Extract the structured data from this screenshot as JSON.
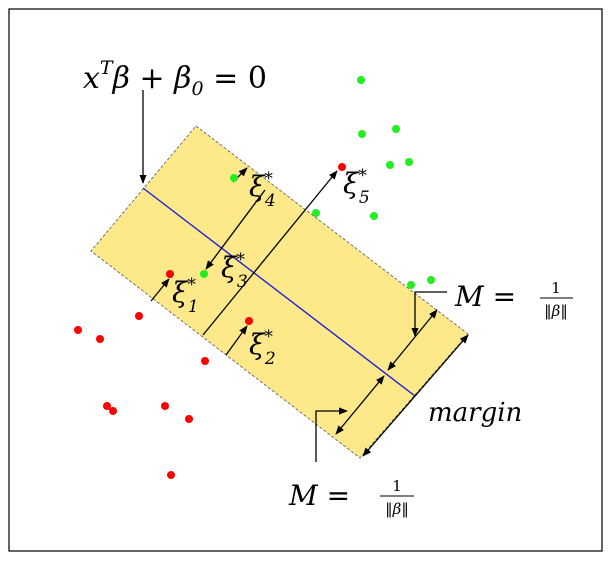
{
  "labels": {
    "hyperplane": {
      "x": "x",
      "sup": "T",
      "rest": "β + β",
      "sub": "0",
      "eq": " = 0"
    },
    "xi": [
      {
        "sym": "ξ",
        "star": "*",
        "idx": "4"
      },
      {
        "sym": "ξ",
        "star": "*",
        "idx": "5"
      },
      {
        "sym": "ξ",
        "star": "*",
        "idx": "3"
      },
      {
        "sym": "ξ",
        "star": "*",
        "idx": "1"
      },
      {
        "sym": "ξ",
        "star": "*",
        "idx": "2"
      }
    ],
    "m_top": {
      "lhs": "M = ",
      "num": "1",
      "den": "‖β‖"
    },
    "m_bottom": {
      "lhs": "M = ",
      "num": "1",
      "den": "‖β‖"
    },
    "margin": "margin"
  },
  "colors": {
    "band": "#fde98a",
    "hyperplane": "#1f1fd6",
    "red_point": "#ff0000",
    "green_point": "#22ee22"
  }
}
